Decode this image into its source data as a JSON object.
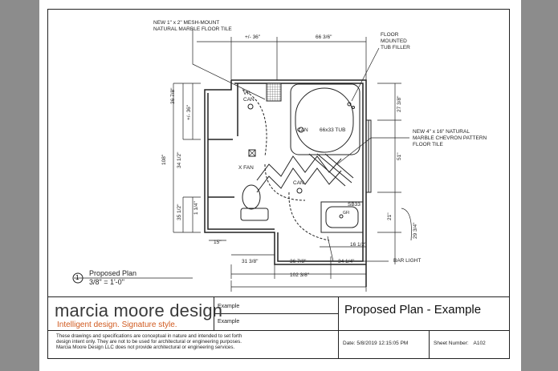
{
  "drawing": {
    "callouts": {
      "floor_tile": [
        "NEW 1\" x 2\" MESH-MOUNT",
        "NATURAL MARBLE FLOOR TILE"
      ],
      "tub_filler": [
        "FLOOR",
        "MOUNTED",
        "TUB FILLER"
      ],
      "chevron_tile": [
        "NEW 4\" x 16\" NATURAL",
        "MARBLE CHEVRON PATTERN",
        "FLOOR TILE"
      ],
      "bar_light": "BAR LIGHT"
    },
    "labels": {
      "vp_can": [
        "VP",
        "CAN"
      ],
      "can_1": "CAN",
      "tub": "66x33 TUB",
      "x_fan": "X FAN",
      "can_2": "CAN",
      "sb33": "SB33",
      "gfi": "GFI"
    },
    "dimensions": {
      "top_left": "+/- 36\"",
      "top_right": "66 3/6\"",
      "left_36_7_8": "36 7/8\"",
      "left_36": "+/- 36\"",
      "left_108": "108\"",
      "left_34_1_2": "34 1/2\"",
      "left_35_1_2": "35 1/2\"",
      "left_1_1_4": "1 1/4\"",
      "right_27_3_8": "27 3/8\"",
      "right_51": "51\"",
      "right_21": "21\"",
      "right_29_3_4": "29 3/4\"",
      "bottom_15": "15\"",
      "bottom_16_1_2": "16 1/2\"",
      "bottom_31_3_8": "31 3/8\"",
      "bottom_36_7_8": "36 7/8\"",
      "bottom_34_1_4": "34 1/4\"",
      "bottom_102_3_8": "102 3/8\""
    },
    "view": {
      "number": "1",
      "title": "Proposed Plan",
      "scale": "3/8\" = 1'-0\""
    }
  },
  "title_block": {
    "company": "marcia moore design",
    "tagline": "Intelligent design. Signature style.",
    "example_1": "Example",
    "example_2": "Example",
    "disclaimer": [
      "These drawings and specifications are conceptual in nature and intended to set forth",
      "design intent only. They are not to be used for architectural or engineering purposes.",
      "Marcia Moore Design LLC does not provide architectural or engineering services."
    ],
    "project_title": "Proposed Plan - Example",
    "date_label": "Date:",
    "date_value": "5/8/2019 12:15:05 PM",
    "sheet_label": "Sheet Number:",
    "sheet_value": "A102"
  },
  "colors": {
    "background": "#8c8c8c",
    "sheet": "#ffffff",
    "line": "#222222",
    "tagline": "#d05a1f"
  }
}
